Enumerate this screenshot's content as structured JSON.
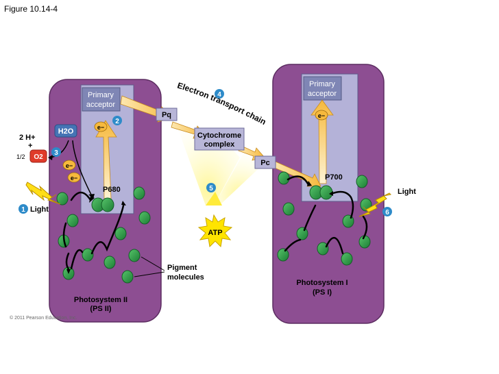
{
  "figure_label": "Figure 10.14-4",
  "ps2": {
    "title": "Photosystem II",
    "subtitle": "(PS II)",
    "primary_acceptor_line1": "Primary",
    "primary_acceptor_line2": "acceptor",
    "reaction_center": "P680",
    "electron": "e−"
  },
  "ps1": {
    "title": "Photosystem I",
    "subtitle": "(PS I)",
    "primary_acceptor_line1": "Primary",
    "primary_acceptor_line2": "acceptor",
    "reaction_center": "P700",
    "electron": "e−"
  },
  "water": {
    "h2o": "H2O",
    "protons": "2 H+",
    "plus": "+",
    "half": "1/2",
    "oxygen": "O2",
    "electron": "e−"
  },
  "etc": {
    "label": "Electron transport chain",
    "pq": "Pq",
    "cytochrome_line1": "Cytochrome",
    "cytochrome_line2": "complex",
    "pc": "Pc",
    "atp": "ATP"
  },
  "light_left": "Light",
  "light_right": "Light",
  "pigment_line1": "Pigment",
  "pigment_line2": "molecules",
  "steps": [
    "1",
    "2",
    "3",
    "4",
    "5",
    "6"
  ],
  "copyright": "© 2011 Pearson Education, Inc.",
  "colors": {
    "membrane": "#8d4e92",
    "membrane_stroke": "#5b2c60",
    "inner": "#b4b2d8",
    "box": "#7f86b5",
    "arrow_orange": "#f4b942",
    "arrow_light": "#fde7b0",
    "pigment": "#2fa44b",
    "step": "#2e8bc9",
    "water_red": "#e03b2a",
    "water_blue": "#4574b5",
    "atp": "#ffe400"
  }
}
